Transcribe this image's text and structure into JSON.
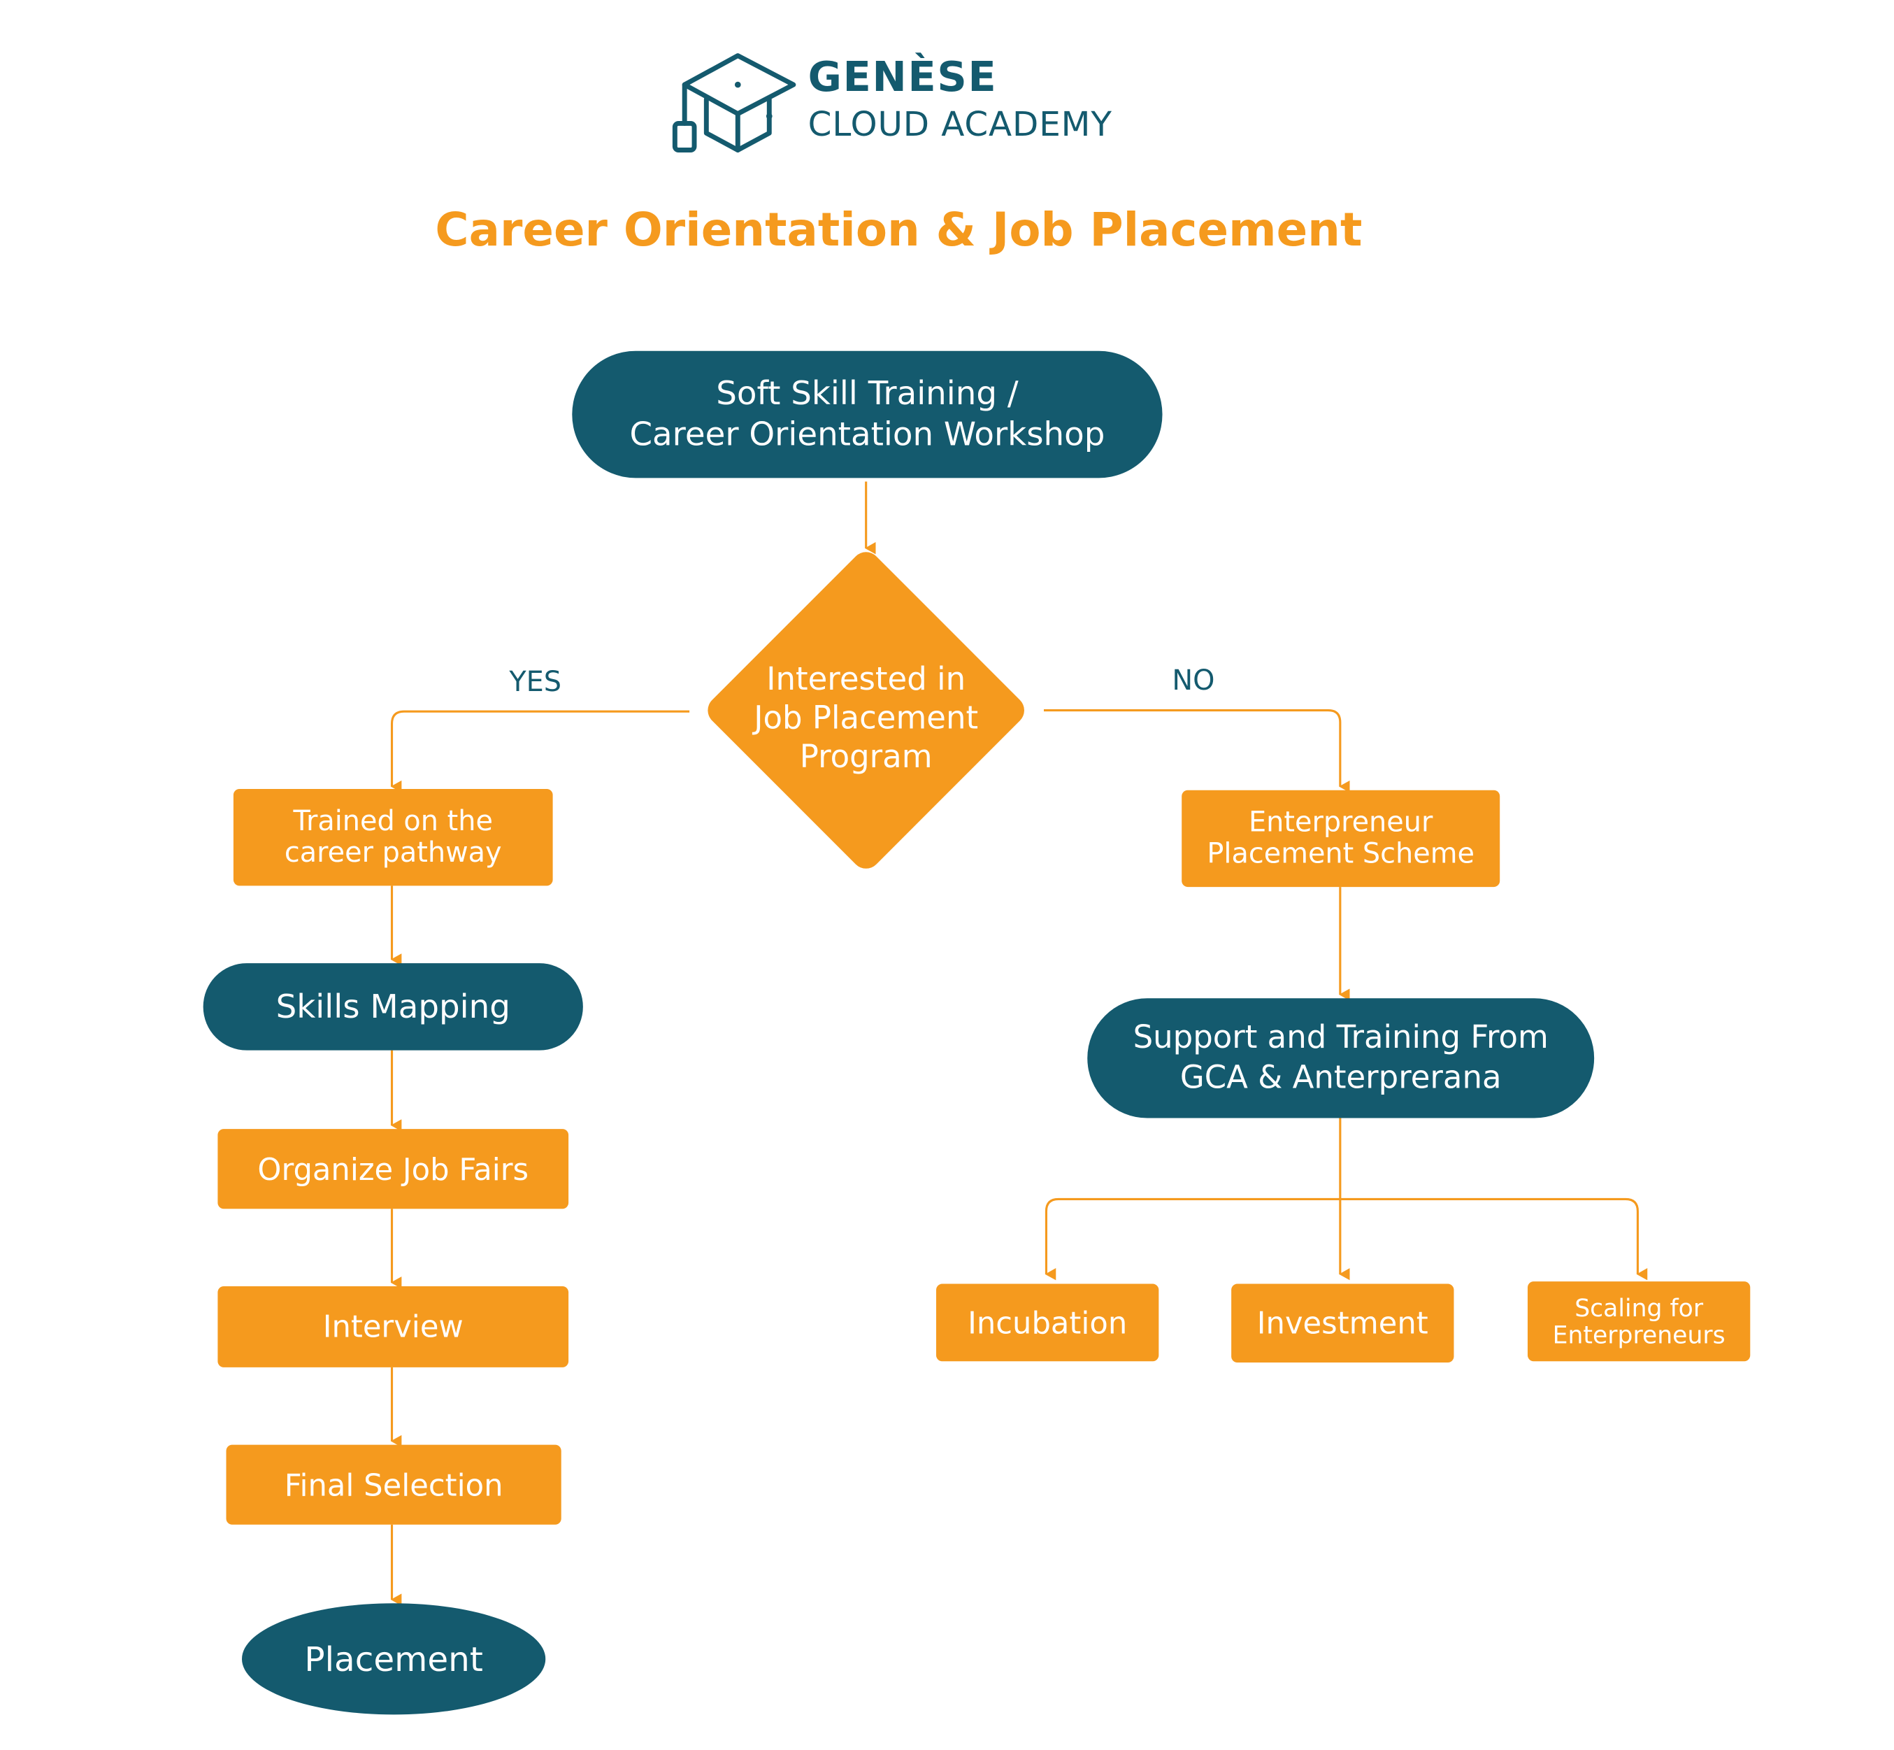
{
  "logo": {
    "brand_name": "GENÈSE",
    "brand_sub": "CLOUD ACADEMY"
  },
  "title": "Career Orientation & Job Placement",
  "colors": {
    "teal": "#145a6e",
    "orange": "#f59a1e"
  },
  "flow": {
    "start": "Soft Skill Training /\nCareer Orientation Workshop",
    "decision": "Interested in\nJob Placement\nProgram",
    "yes_label": "YES",
    "no_label": "NO",
    "yes_path": {
      "trained": "Trained on the\ncareer pathway",
      "skills_mapping": "Skills Mapping",
      "job_fairs": "Organize Job Fairs",
      "interview": "Interview",
      "final_selection": "Final Selection",
      "placement": "Placement"
    },
    "no_path": {
      "scheme": "Enterpreneur\nPlacement Scheme",
      "support": "Support and Training From\nGCA & Anterprerana",
      "incubation": "Incubation",
      "investment": "Investment",
      "scaling": "Scaling for\nEnterpreneurs"
    }
  }
}
